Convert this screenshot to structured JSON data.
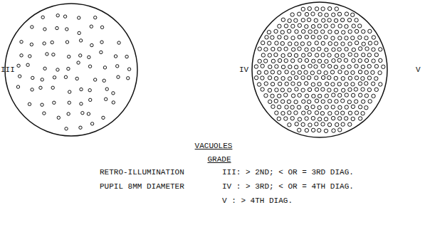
{
  "diagram": {
    "title": "VACUOLES",
    "labels": [
      "III",
      "IV",
      "V",
      "GRADE",
      "RETRO-ILLUMINATION",
      "PUPIL 8MM DIAMETER",
      "III: > 2ND; < OR = 3RD DIAG.",
      "IV : > 3RD; < OR = 4TH DIAG.",
      "V : > 4TH DIAG."
    ]
  }
}
